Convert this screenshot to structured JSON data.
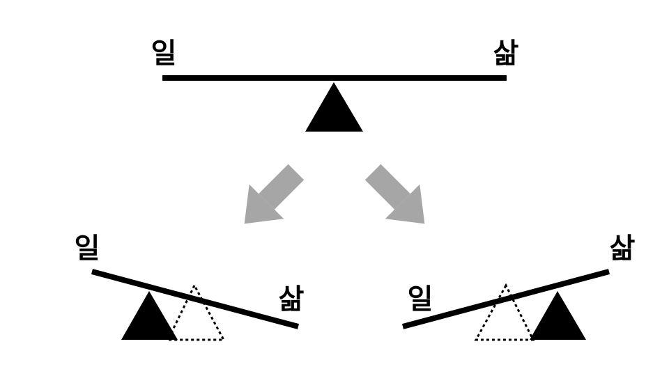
{
  "top_scale": {
    "left_label": "일",
    "right_label": "삶"
  },
  "bottom_left_scale": {
    "left_label": "일",
    "right_label": "삶"
  },
  "bottom_right_scale": {
    "left_label": "일",
    "right_label": "삶"
  },
  "colors": {
    "ink": "#000000",
    "arrow": "#a6a6a6",
    "background": "#ffffff"
  }
}
